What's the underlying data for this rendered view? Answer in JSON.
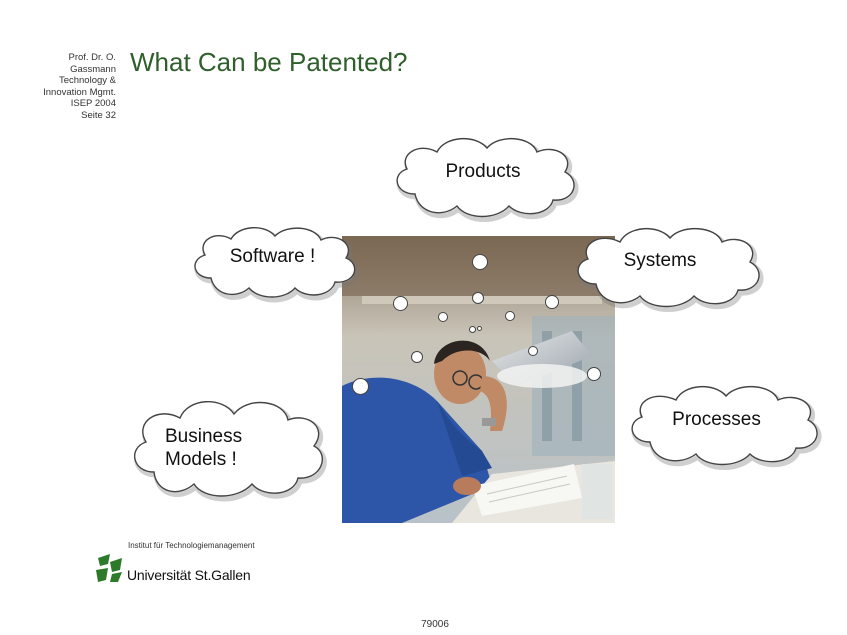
{
  "sidebar": {
    "lines": [
      "Prof. Dr. O.",
      "Gassmann",
      "Technology &",
      "Innovation Mgmt.",
      "ISEP 2004",
      "Seite 32"
    ]
  },
  "title": "What Can be Patented?",
  "clouds": {
    "products": "Products",
    "software": "Software !",
    "systems": "Systems",
    "business_line1": "Business",
    "business_line2": "Models !",
    "processes": "Processes"
  },
  "logo": {
    "institute": "Institut für Technologiemanagement",
    "university": "Universität St.Gallen"
  },
  "page_number": "79006",
  "colors": {
    "title": "#2f5f2b",
    "logo_green": "#2d7a2a"
  }
}
